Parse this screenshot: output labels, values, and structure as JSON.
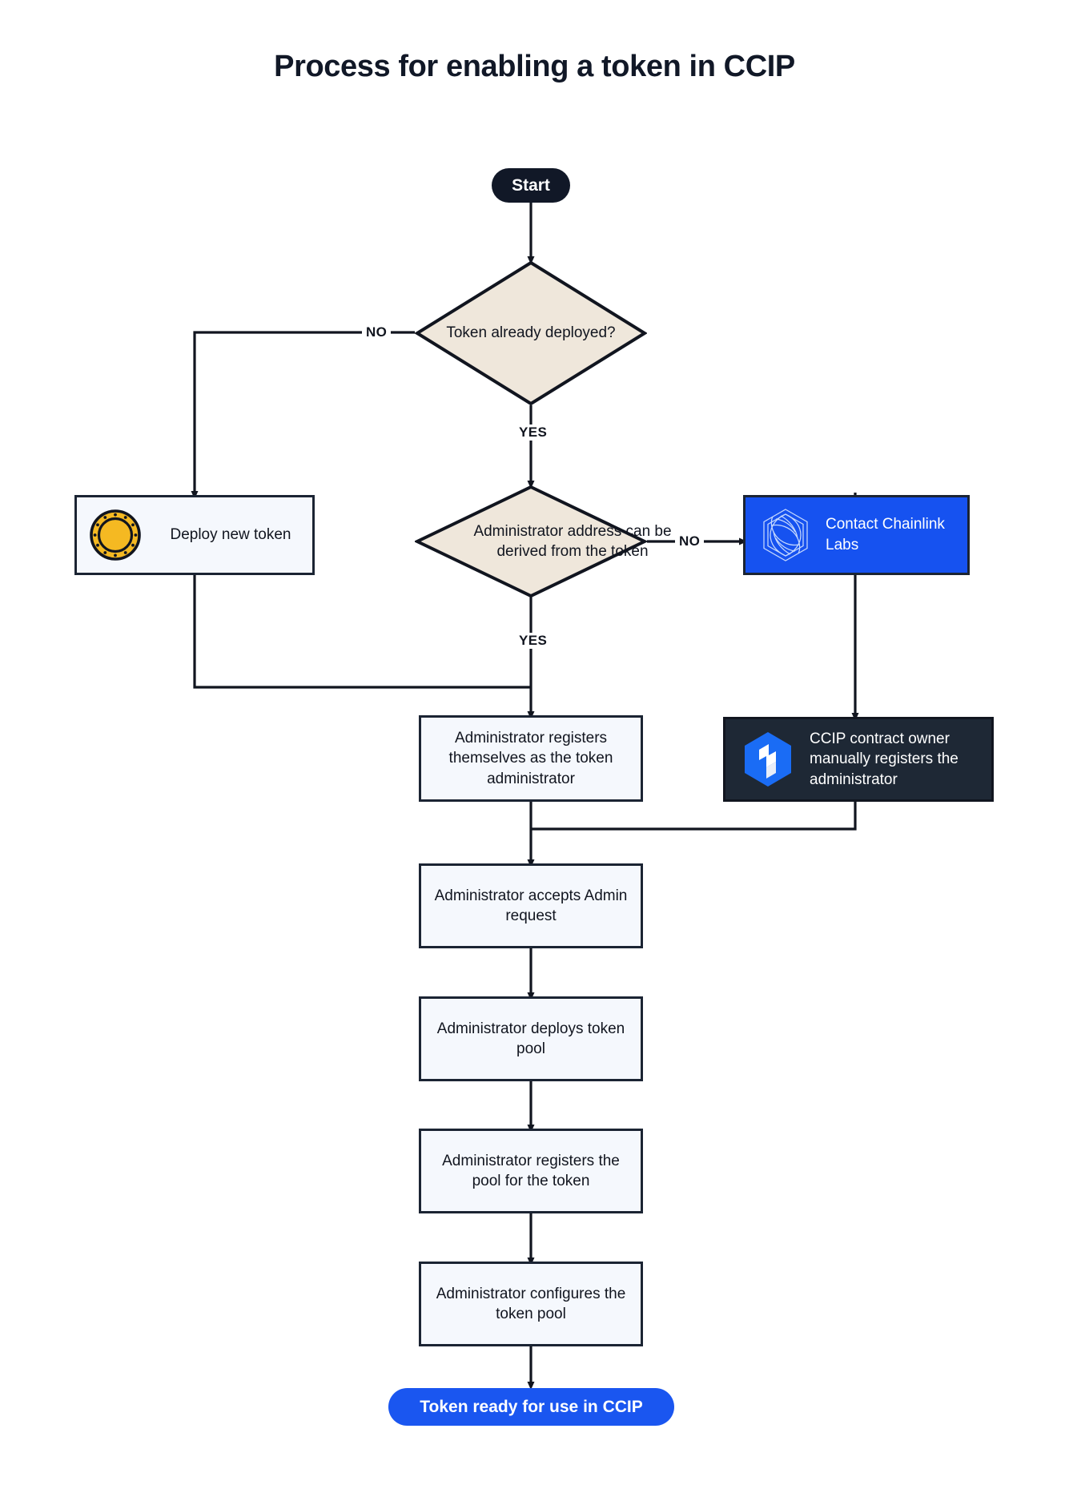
{
  "title": "Process for enabling a token in CCIP",
  "nodes": {
    "start": {
      "label": "Start",
      "type": "terminator",
      "fill": "#111827"
    },
    "decision_token_deployed": {
      "label": "Token already deployed?",
      "type": "decision",
      "fill": "#EFE7DB"
    },
    "deploy_new_token": {
      "label": "Deploy new token",
      "type": "process",
      "icon": "coin-icon",
      "fill": "#F5F8FD"
    },
    "decision_admin_derived": {
      "label": "Administrator address can be derived from the token",
      "type": "decision",
      "fill": "#EFE7DB"
    },
    "contact_chainlink_labs": {
      "label": "Contact Chainlink Labs",
      "type": "process",
      "icon": "chainlink-logo-icon",
      "fill": "#1652F0"
    },
    "admin_registers_self": {
      "label": "Administrator registers themselves as the token administrator",
      "type": "process",
      "fill": "#F5F8FD"
    },
    "ccip_owner_registers": {
      "label": "CCIP contract owner manually registers the administrator",
      "type": "process",
      "icon": "ccip-logo-icon",
      "fill": "#1E2835"
    },
    "admin_accepts_request": {
      "label": "Administrator accepts Admin request",
      "type": "process",
      "fill": "#F5F8FD"
    },
    "admin_deploys_pool": {
      "label": "Administrator deploys token pool",
      "type": "process",
      "fill": "#F5F8FD"
    },
    "admin_registers_pool": {
      "label": "Administrator registers the pool for the token",
      "type": "process",
      "fill": "#F5F8FD"
    },
    "admin_configures_pool": {
      "label": "Administrator configures the token pool",
      "type": "process",
      "fill": "#F5F8FD"
    },
    "end": {
      "label": "Token ready for use in CCIP",
      "type": "terminator",
      "fill": "#1A56F0"
    }
  },
  "edge_labels": {
    "no_token_deployed": "NO",
    "yes_token_deployed": "YES",
    "no_admin_derived": "NO",
    "yes_admin_derived": "YES"
  },
  "colors": {
    "ink": "#11151F",
    "decision_fill": "#EFE7DB",
    "process_fill": "#F5F8FD",
    "brand_blue": "#1652F0",
    "end_blue": "#1A56F0",
    "dark_panel": "#1E2835",
    "coin_gold": "#F5B922",
    "background": "#FFFFFF"
  }
}
